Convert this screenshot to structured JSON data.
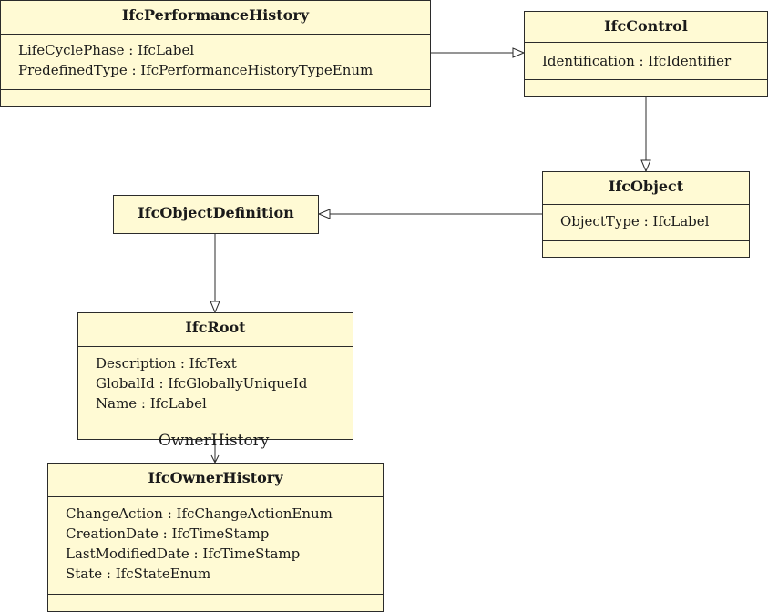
{
  "classes": {
    "performance_history": {
      "name": "IfcPerformanceHistory",
      "attributes": [
        "LifeCyclePhase : IfcLabel",
        "PredefinedType : IfcPerformanceHistoryTypeEnum"
      ]
    },
    "control": {
      "name": "IfcControl",
      "attributes": [
        "Identification : IfcIdentifier"
      ]
    },
    "object": {
      "name": "IfcObject",
      "attributes": [
        "ObjectType : IfcLabel"
      ]
    },
    "object_definition": {
      "name": "IfcObjectDefinition",
      "attributes": []
    },
    "root": {
      "name": "IfcRoot",
      "attributes": [
        "Description : IfcText",
        "GlobalId : IfcGloballyUniqueId",
        "Name : IfcLabel"
      ]
    },
    "owner_history": {
      "name": "IfcOwnerHistory",
      "attributes": [
        "ChangeAction : IfcChangeActionEnum",
        "CreationDate : IfcTimeStamp",
        "LastModifiedDate : IfcTimeStamp",
        "State : IfcStateEnum"
      ]
    }
  },
  "associations": {
    "owner_history_label": "OwnerHistory"
  },
  "colors": {
    "class_fill": "#fffad4",
    "line": "#2b2b2b"
  }
}
